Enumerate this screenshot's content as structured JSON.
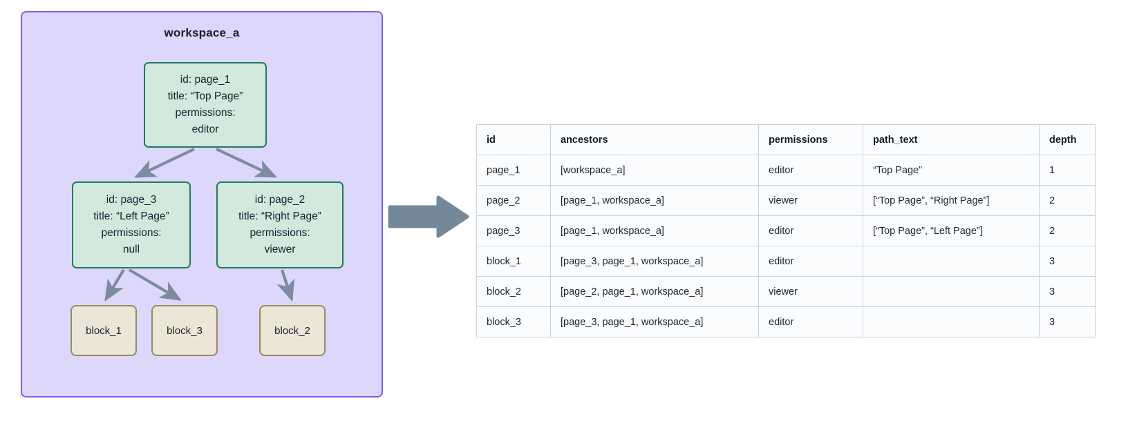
{
  "workspace": {
    "title": "workspace_a",
    "border_color": "#7b5cf0",
    "fill_color": "#ddd8fb",
    "nodes": [
      {
        "key": "page_1",
        "type": "page",
        "lines": [
          "id: page_1",
          "title: “Top Page”",
          "permissions:",
          "editor"
        ],
        "id": "page_1",
        "title": "“Top Page”",
        "permissions": "editor"
      },
      {
        "key": "page_3",
        "type": "page",
        "lines": [
          "id: page_3",
          "title: “Left Page”",
          "permissions:",
          "null"
        ],
        "id": "page_3",
        "title": "“Left Page”",
        "permissions": "null"
      },
      {
        "key": "page_2",
        "type": "page",
        "lines": [
          "id: page_2",
          "title: “Right Page”",
          "permissions:",
          "viewer"
        ],
        "id": "page_2",
        "title": "“Right Page”",
        "permissions": "viewer"
      },
      {
        "key": "block_1",
        "type": "block",
        "label": "block_1"
      },
      {
        "key": "block_3",
        "type": "block",
        "label": "block_3"
      },
      {
        "key": "block_2",
        "type": "block",
        "label": "block_2"
      }
    ],
    "edges": [
      {
        "from": "page_1",
        "to": "page_3"
      },
      {
        "from": "page_1",
        "to": "page_2"
      },
      {
        "from": "page_3",
        "to": "block_1"
      },
      {
        "from": "page_3",
        "to": "block_3"
      },
      {
        "from": "page_2",
        "to": "block_2"
      }
    ],
    "node_colors": {
      "page_fill": "#d4e9de",
      "page_border": "#1f7a5e",
      "block_fill": "#ece6d6",
      "block_border": "#9a8862",
      "edge": "#7d8c9c"
    }
  },
  "transform_arrow": {
    "name": "right-arrow",
    "color": "#75889a"
  },
  "table": {
    "columns": [
      "id",
      "ancestors",
      "permissions",
      "path_text",
      "depth"
    ],
    "rows": [
      {
        "id": "page_1",
        "ancestors": "[workspace_a]",
        "permissions": "editor",
        "path_text": "“Top Page”",
        "depth": "1"
      },
      {
        "id": "page_2",
        "ancestors": "[page_1, workspace_a]",
        "permissions": "viewer",
        "path_text": "[“Top Page”, “Right Page”]",
        "depth": "2"
      },
      {
        "id": "page_3",
        "ancestors": "[page_1, workspace_a]",
        "permissions": "editor",
        "path_text": "[“Top Page”, “Left Page”]",
        "depth": "2"
      },
      {
        "id": "block_1",
        "ancestors": "[page_3, page_1, workspace_a]",
        "permissions": "editor",
        "path_text": "",
        "depth": "3"
      },
      {
        "id": "block_2",
        "ancestors": "[page_2, page_1, workspace_a]",
        "permissions": "viewer",
        "path_text": "",
        "depth": "3"
      },
      {
        "id": "block_3",
        "ancestors": "[page_3, page_1, workspace_a]",
        "permissions": "editor",
        "path_text": "",
        "depth": "3"
      }
    ]
  }
}
